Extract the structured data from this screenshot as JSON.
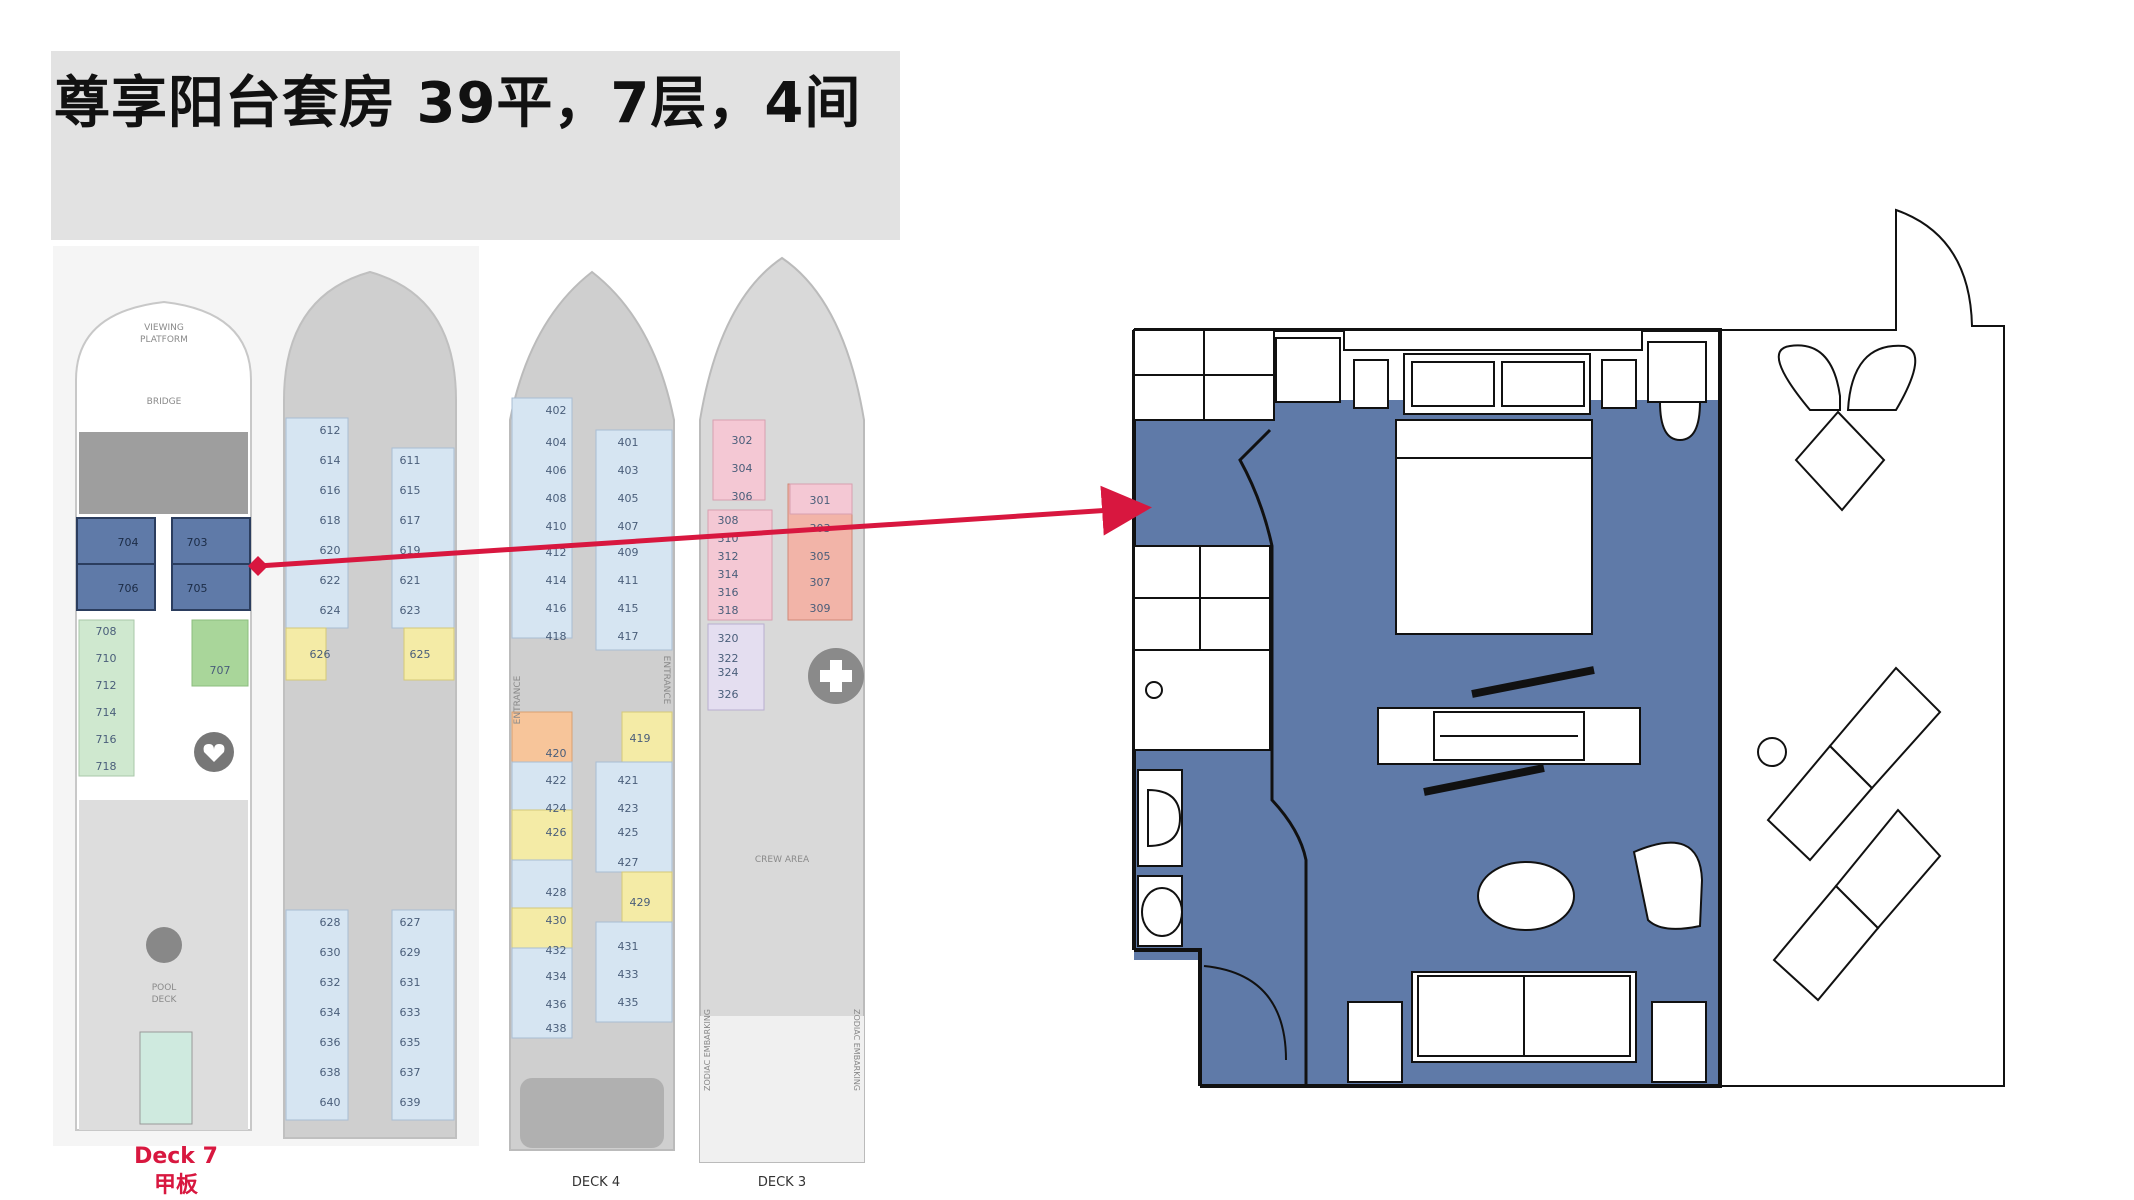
{
  "title": "尊享阳台套房 39平，7层，4间",
  "deck7": {
    "label_en": "Deck 7",
    "label_cn": "甲板",
    "viewing_platform_1": "VIEWING",
    "viewing_platform_2": "PLATFORM",
    "bridge": "BRIDGE",
    "pool_deck_1": "POOL",
    "pool_deck_2": "DECK",
    "suites": [
      "704",
      "703",
      "706",
      "705"
    ],
    "cabins_left": [
      "708",
      "710",
      "712",
      "714",
      "716",
      "718"
    ],
    "cabin_707": "707"
  },
  "deck6": {
    "left": [
      "612",
      "614",
      "616",
      "618",
      "620",
      "622",
      "624",
      "626",
      "628",
      "630",
      "632",
      "634",
      "636",
      "638",
      "640"
    ],
    "right": [
      "611",
      "615",
      "617",
      "619",
      "621",
      "623",
      "625",
      "627",
      "629",
      "631",
      "633",
      "635",
      "637",
      "639"
    ]
  },
  "deck4": {
    "label": "DECK 4",
    "entrance": "ENTRANCE",
    "left": [
      "402",
      "404",
      "406",
      "408",
      "410",
      "412",
      "414",
      "416",
      "418",
      "420",
      "422",
      "424",
      "426",
      "428",
      "430",
      "432",
      "434",
      "436",
      "438"
    ],
    "right": [
      "401",
      "403",
      "405",
      "407",
      "409",
      "411",
      "415",
      "417",
      "419",
      "421",
      "423",
      "425",
      "427",
      "429",
      "431",
      "433",
      "435"
    ]
  },
  "deck3": {
    "label": "DECK 3",
    "crew_area": "CREW AREA",
    "zodiac": "ZODIAC EMBARKING",
    "left": [
      "302",
      "304",
      "306",
      "308",
      "310",
      "312",
      "314",
      "316",
      "318",
      "320",
      "322",
      "324",
      "326"
    ],
    "right": [
      "301",
      "303",
      "305",
      "307",
      "309"
    ]
  },
  "colors": {
    "suite_blue": "#5f7aa8",
    "title_bg": "#e2e2e2",
    "arrow": "#d8173f",
    "deck_label": "#d8173f"
  }
}
